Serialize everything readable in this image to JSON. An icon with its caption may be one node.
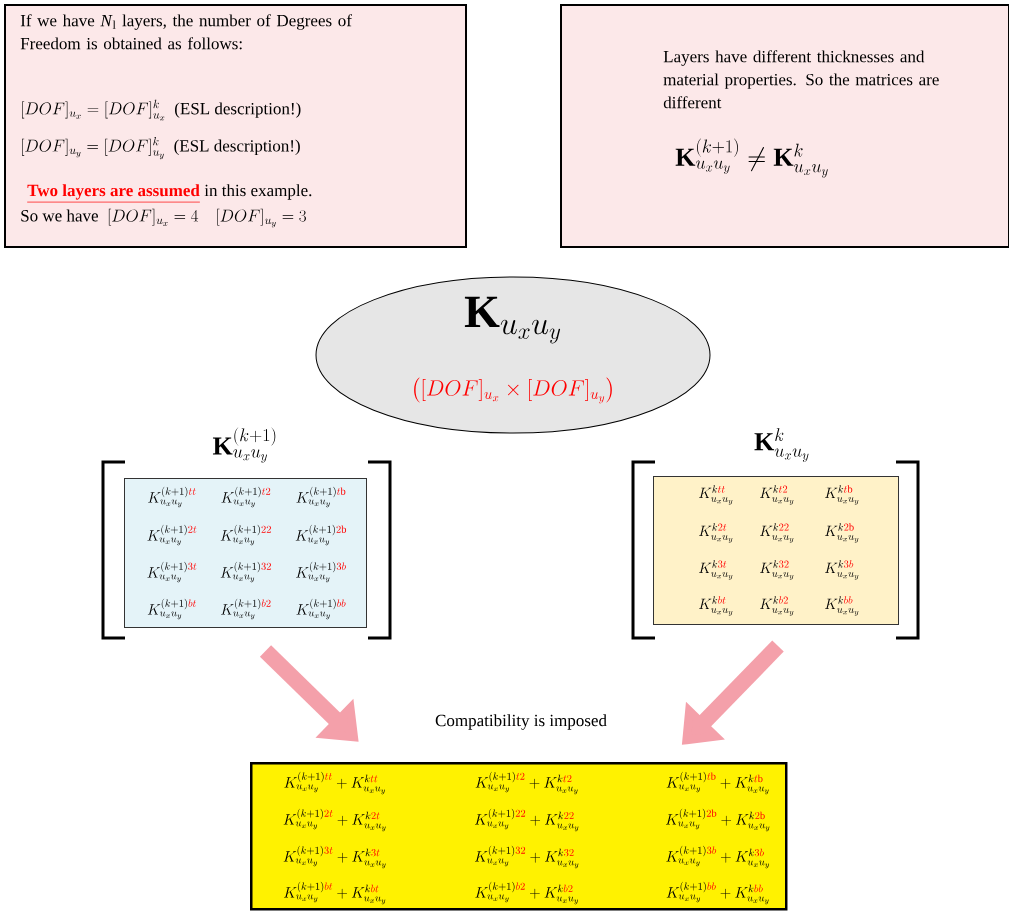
{
  "diagram": {
    "nodes": [
      {
        "text": [
          "If we have *N*$_{l}$ layers, the number of Degrees of Freedom is obtained as follows:",
          "[DOF]_{u_x} = [DOF]_{u_x}^{k}\\ \\ \\text{(ESL description!)}",
          "[DOF]_{u_y} = [DOF]_{u_y}^{k}\\ \\ \\text{(ESL description!)}",
          "Two layers are assumed",
          "in this example.",
          "\\text{So we have }\\ [DOF]_{u_x} = 4\\quad [DOF]_{u_y} = 3"
        ]
      },
      {
        "text": [
          "Layers have different thicknesses and material properties. So the matrices are different",
          "\\mathbf{K}_{u_xu_y}^{(k+1)} \\neq \\mathbf{K}_{u_xu_y}^{k}"
        ]
      },
      {
        "text": [
          "\\mathbf{K}_{u_xu_y}",
          "\\textcolor{red}{\\bigl([DOF]_{u_x}\\times[DOF]_{u_y}\\bigr)}"
        ]
      },
      {
        "text": [
          "\\mathbf{K}_{u_xu_y}^{(k+1)}",
          "K_{u_xu_y}^{(k+1)\\textcolor{red}{tt}}",
          "K_{u_xu_y}^{(k+1)\\textcolor{red}{t2}}",
          "K_{u_xu_y}^{(k+1)\\textcolor{red}{t\\mathrm{b}}}",
          "K_{u_xu_y}^{(k+1)\\textcolor{red}{2t}}",
          "K_{u_xu_y}^{(k+1)\\textcolor{red}{22}}",
          "K_{u_xu_y}^{(k+1)\\textcolor{red}{2\\mathrm{b}}}",
          "K_{u_xu_y}^{(k+1)\\textcolor{red}{3t}}",
          "K_{u_xu_y}^{(k+1)\\textcolor{red}{32}}",
          "K_{u_xu_y}^{(k+1)\\textcolor{red}{3b}}",
          "K_{u_xu_y}^{(k+1)\\textcolor{red}{bt}}",
          "K_{u_xu_y}^{(k+1)\\textcolor{red}{b2}}",
          "K_{u_xu_y}^{(k+1)\\textcolor{red}{bb}}"
        ]
      },
      {
        "text": [
          "\\mathbf{K}_{u_xu_y}^{k}",
          "K_{u_xu_y}^{k\\textcolor{red}{tt}}",
          "K_{u_xu_y}^{k\\textcolor{red}{t2}}",
          "K_{u_xu_y}^{k\\textcolor{red}{t\\mathrm{b}}}",
          "K_{u_xu_y}^{k\\textcolor{red}{2t}}",
          "K_{u_xu_y}^{k\\textcolor{red}{22}}",
          "K_{u_xu_y}^{k\\textcolor{red}{2\\mathrm{b}}}",
          "K_{u_xu_y}^{k\\textcolor{red}{3t}}",
          "K_{u_xu_y}^{k\\textcolor{red}{32}}",
          "K_{u_xu_y}^{k\\textcolor{red}{3b}}",
          "K_{u_xu_y}^{k\\textcolor{red}{bt}}",
          "K_{u_xu_y}^{k\\textcolor{red}{b2}}",
          "K_{u_xu_y}^{k\\textcolor{red}{bb}}"
        ]
      },
      {
        "text": [
          "K_{u_xu_y}^{(k+1)\\textcolor{red}{tt}} + K_{u_xu_y}^{k\\textcolor{red}{tt}}",
          "K_{u_xu_y}^{(k+1)\\textcolor{red}{t2}} + K_{u_xu_y}^{k\\textcolor{red}{t2}}",
          "K_{u_xu_y}^{(k+1)\\textcolor{red}{t\\mathrm{b}}} + K_{u_xu_y}^{k\\textcolor{red}{t\\mathrm{b}}}",
          "K_{u_xu_y}^{(k+1)\\textcolor{red}{2t}} + K_{u_xu_y}^{k\\textcolor{red}{2t}}",
          "K_{u_xu_y}^{(k+1)\\textcolor{red}{22}} + K_{u_xu_y}^{k\\textcolor{red}{22}}",
          "K_{u_xu_y}^{(k+1)\\textcolor{red}{2\\mathrm{b}}} + K_{u_xu_y}^{k\\textcolor{red}{2\\mathrm{b}}}",
          "K_{u_xu_y}^{(k+1)\\textcolor{red}{3t}} + K_{u_xu_y}^{k\\textcolor{red}{3t}}",
          "K_{u_xu_y}^{(k+1)\\textcolor{red}{32}} + K_{u_xu_y}^{k\\textcolor{red}{32}}",
          "K_{u_xu_y}^{(k+1)\\textcolor{red}{3b}} + K_{u_xu_y}^{k\\textcolor{red}{3b}}",
          "K_{u_xu_y}^{(k+1)\\textcolor{red}{bt}} + K_{u_xu_y}^{k\\textcolor{red}{bt}}",
          "K_{u_xu_y}^{(k+1)\\textcolor{red}{b2}} + K_{u_xu_y}^{k\\textcolor{red}{b2}}",
          "K_{u_xu_y}^{(k+1)\\textcolor{red}{bb}} + K_{u_xu_y}^{k\\textcolor{red}{bb}}"
        ]
      }
    ],
    "edges": [
      {
        "from": 3,
        "to": 5,
        "arrow": "to"
      },
      {
        "from": 4,
        "to": 5,
        "arrow": "to"
      }
    ],
    "labels": [
      "Compatibility is imposed"
    ]
  }
}
